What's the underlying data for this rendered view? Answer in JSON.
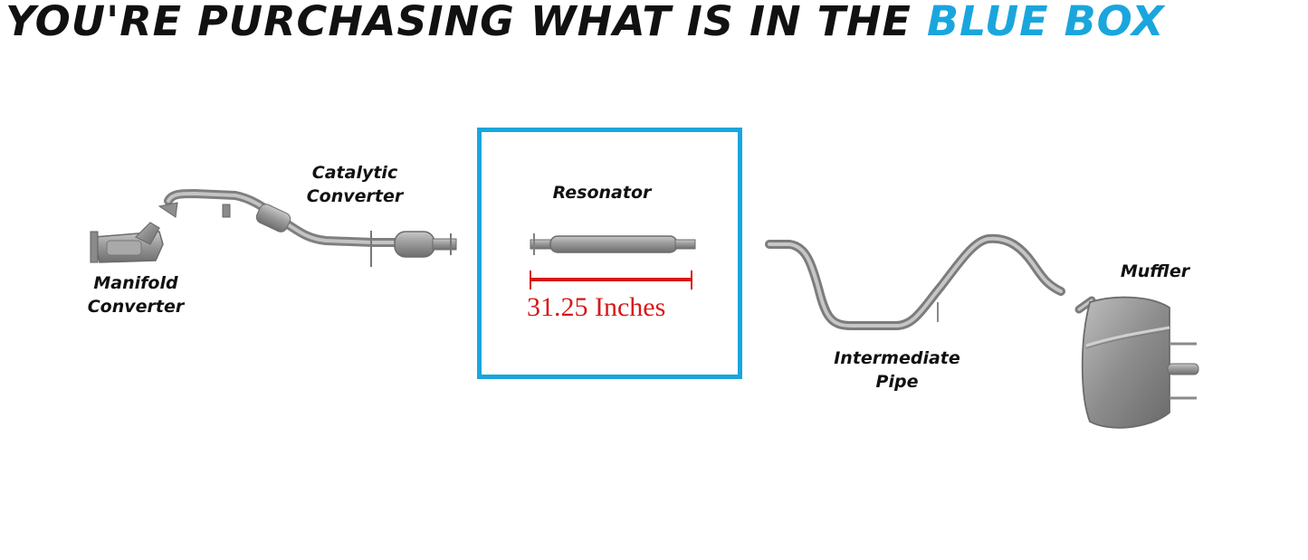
{
  "headline": {
    "text_black": "YOU'RE PURCHASING WHAT IS IN THE",
    "text_blue": "BLUE BOX",
    "blue_color": "#1aa6dd"
  },
  "components": {
    "manifold_converter": {
      "line1": "Manifold",
      "line2": "Converter"
    },
    "catalytic_converter": {
      "line1": "Catalytic",
      "line2": "Converter"
    },
    "resonator": {
      "label": "Resonator",
      "measurement": "31.25 Inches"
    },
    "intermediate_pipe": {
      "line1": "Intermediate",
      "line2": "Pipe"
    },
    "muffler": {
      "label": "Muffler"
    }
  },
  "colors": {
    "measure_red": "#d81818",
    "box_blue": "#1aa6dd"
  }
}
